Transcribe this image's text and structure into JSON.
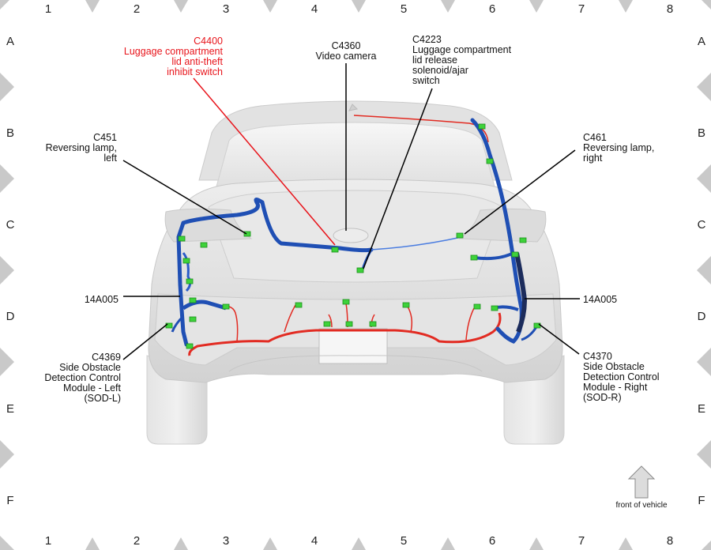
{
  "grid": {
    "columns": [
      "1",
      "2",
      "3",
      "4",
      "5",
      "6",
      "7",
      "8"
    ],
    "rows": [
      "A",
      "B",
      "C",
      "D",
      "E",
      "F"
    ]
  },
  "callouts": [
    {
      "id": "c4400",
      "lines": [
        "C4400",
        "Luggage compartment",
        "lid anti-theft",
        "inhibit switch"
      ],
      "color": "#e8141b"
    },
    {
      "id": "c4360",
      "lines": [
        "C4360",
        "Video camera"
      ],
      "color": "#111111"
    },
    {
      "id": "c4223",
      "lines": [
        "C4223",
        "Luggage compartment",
        "lid release",
        "solenoid/ajar",
        "switch"
      ],
      "color": "#111111"
    },
    {
      "id": "c451",
      "lines": [
        "C451",
        "Reversing lamp,",
        "left"
      ],
      "color": "#111111"
    },
    {
      "id": "c461",
      "lines": [
        "C461",
        "Reversing lamp,",
        "right"
      ],
      "color": "#111111"
    },
    {
      "id": "harness-left",
      "lines": [
        "14A005"
      ],
      "color": "#111111"
    },
    {
      "id": "harness-right",
      "lines": [
        "14A005"
      ],
      "color": "#111111"
    },
    {
      "id": "c4369",
      "lines": [
        "C4369",
        "Side Obstacle",
        "Detection Control",
        "Module - Left",
        "(SOD-L)"
      ],
      "color": "#111111"
    },
    {
      "id": "c4370",
      "lines": [
        "C4370",
        "Side Obstacle",
        "Detection Control",
        "Module - Right",
        "(SOD-R)"
      ],
      "color": "#111111"
    }
  ],
  "orientation": {
    "label": "front of vehicle"
  },
  "colors": {
    "harness_blue": "#1f4fb4",
    "harness_dark": "#1c2c5c",
    "harness_red": "#e22b22",
    "connector_green": "#3ed23a",
    "highlight_red": "#e8141b"
  }
}
